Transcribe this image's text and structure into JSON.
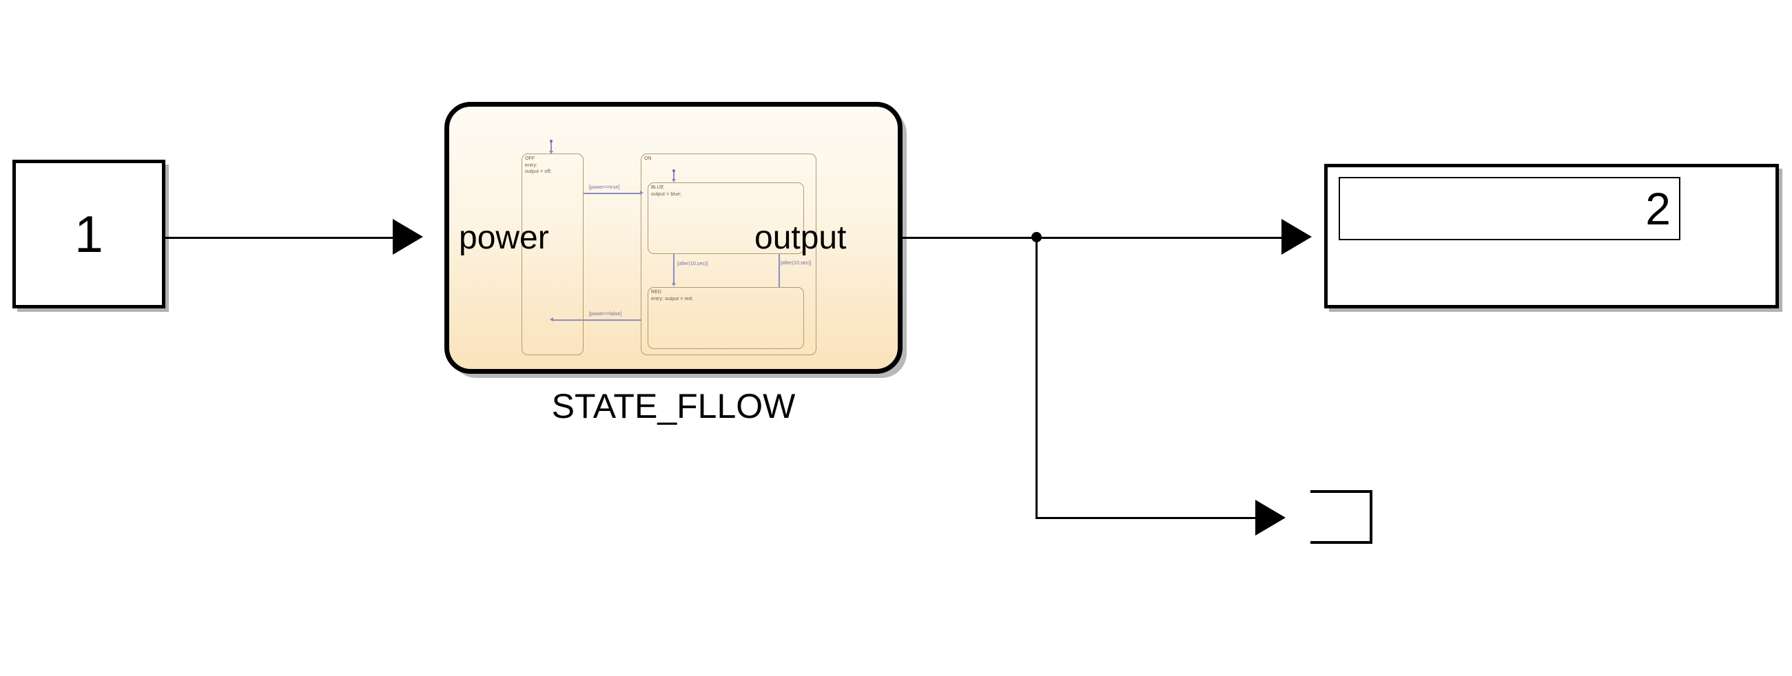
{
  "diagram": {
    "type": "simulink-block-diagram",
    "background": "#ffffff",
    "line_color": "#000000"
  },
  "constant_block": {
    "name": "constant-block",
    "value": "1"
  },
  "chart_block": {
    "name": "stateflow-chart-block",
    "caption": "STATE_FLLOW",
    "input_port_label": "power",
    "output_port_label": "output",
    "fill_top": "#FEFBF4",
    "fill_bottom": "#F9E3BB",
    "border_color": "#000000",
    "states": [
      {
        "id": "OFF",
        "title": "OFF",
        "body": "entry:\noutput = off;"
      },
      {
        "id": "ON",
        "title": "ON",
        "body": ""
      },
      {
        "id": "BLUE",
        "title": "BLUE",
        "body": "output = blue;"
      },
      {
        "id": "RED",
        "title": "RED",
        "body": "entry: output = red;"
      }
    ],
    "transitions": [
      {
        "id": "off-to-on",
        "label": "[power==true]"
      },
      {
        "id": "on-to-off",
        "label": "[power==false]"
      },
      {
        "id": "blue-to-red",
        "label": "[after(10,sec)]"
      },
      {
        "id": "red-to-blue",
        "label": "[after(10,sec)]"
      }
    ]
  },
  "display_block": {
    "name": "display-block",
    "value": "2"
  },
  "scope_block": {
    "name": "scope-block",
    "label": ""
  }
}
